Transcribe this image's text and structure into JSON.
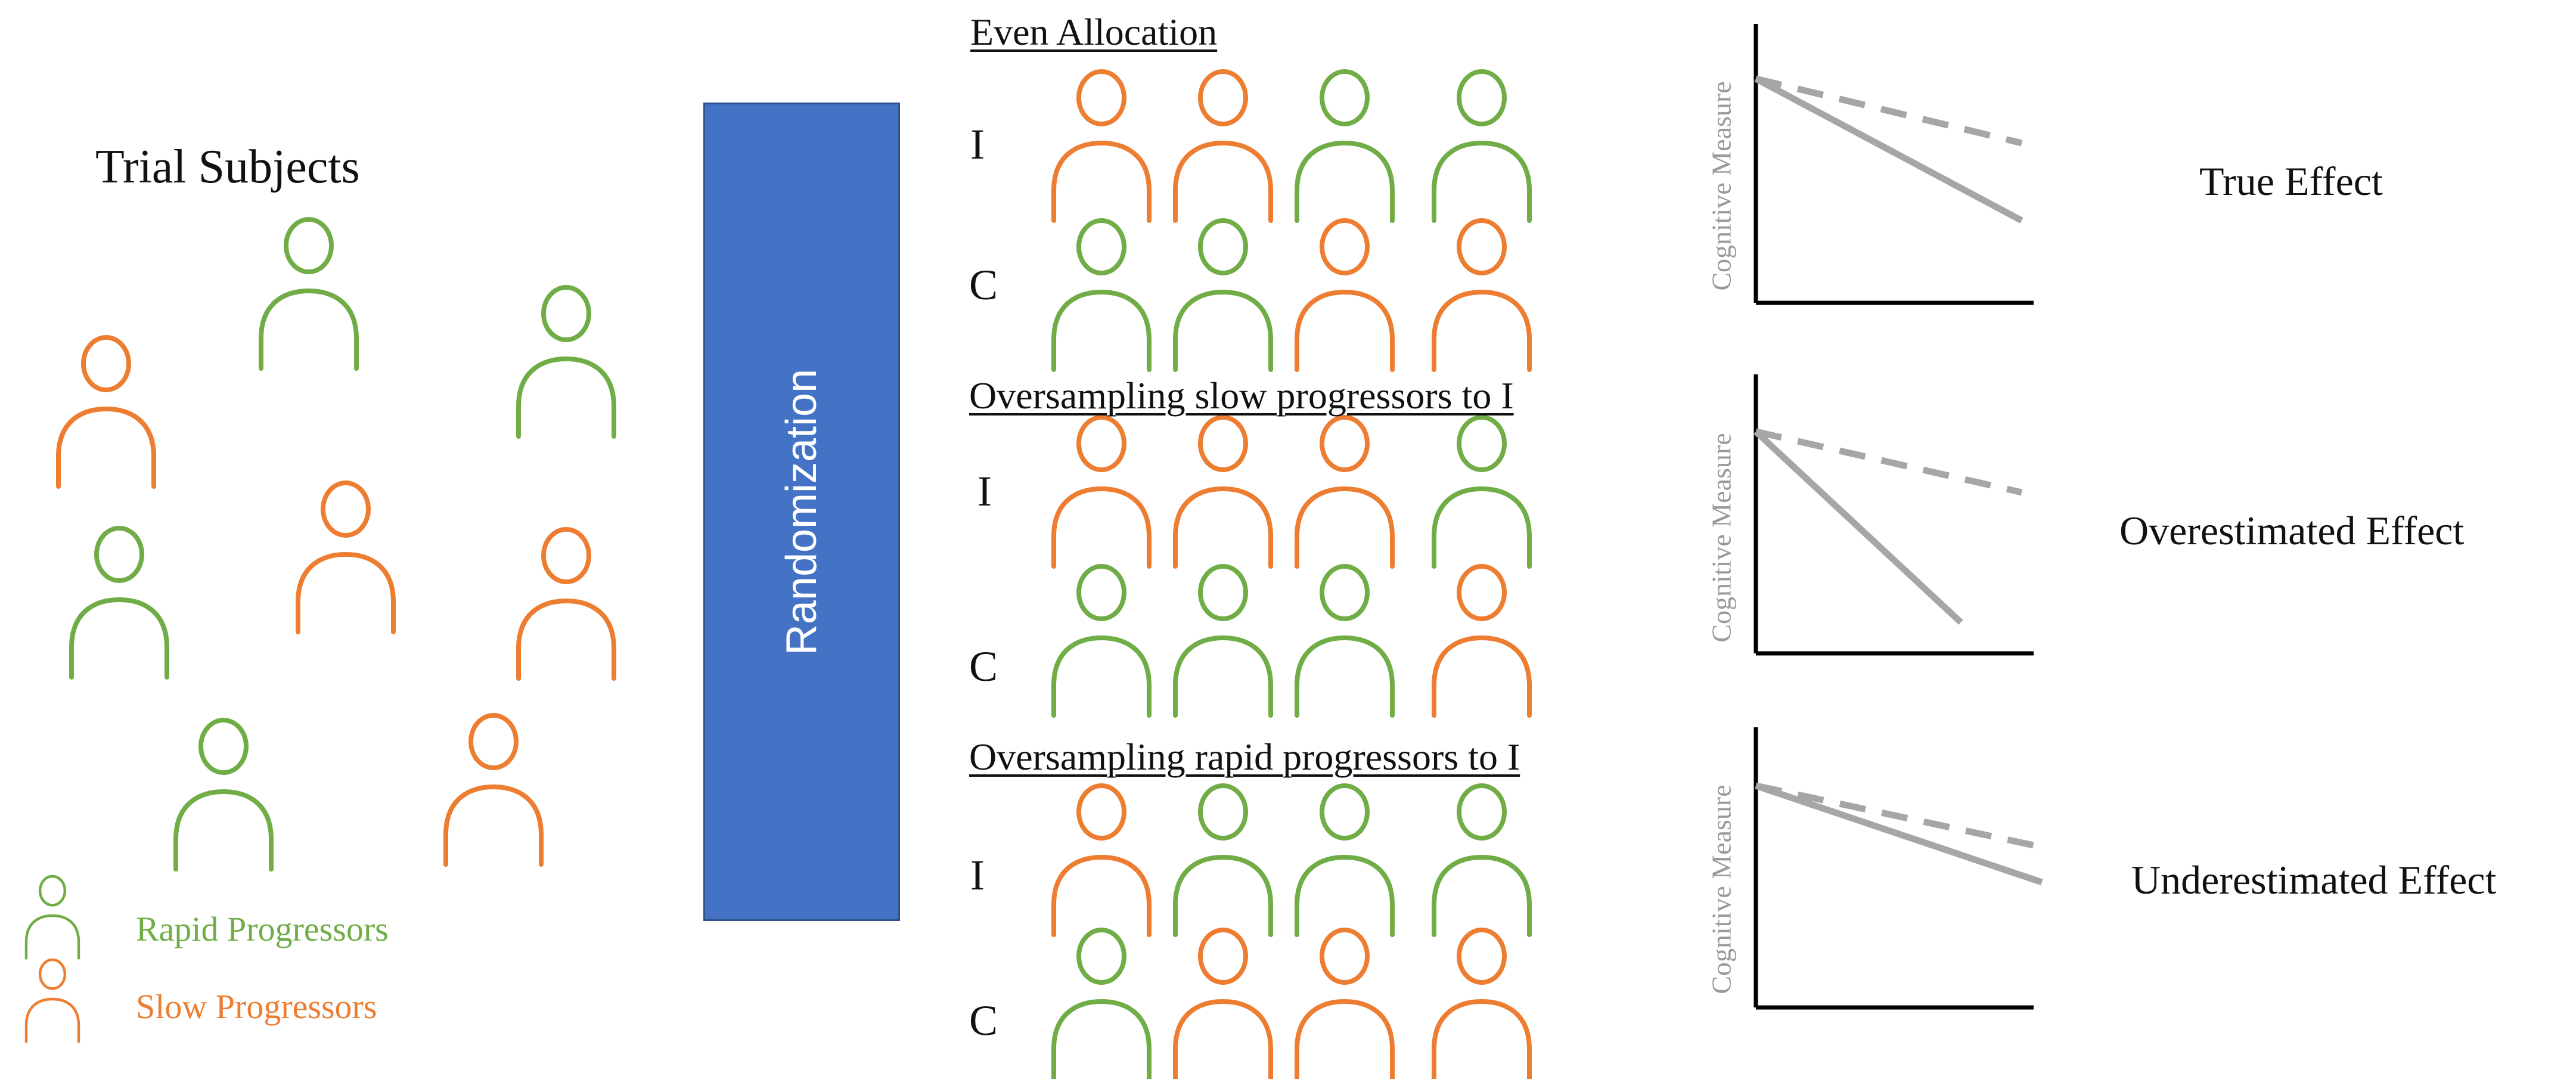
{
  "colors": {
    "rapid": "#70AD47",
    "slow": "#ED7D31",
    "randomization_fill": "#4472C4",
    "line": "#A6A6A6",
    "axis": "#000000"
  },
  "icon": "person-icon",
  "pool": {
    "title": "Trial Subjects",
    "subjects": [
      "rapid",
      "slow",
      "rapid",
      "slow",
      "rapid",
      "slow",
      "rapid",
      "slow",
      "slow"
    ]
  },
  "legend": {
    "rapid_label": "Rapid Progressors",
    "slow_label": "Slow Progressors"
  },
  "randomization_label": "Randomization",
  "scenarios": [
    {
      "heading": "Even Allocation",
      "I": [
        "slow",
        "slow",
        "rapid",
        "rapid"
      ],
      "C": [
        "rapid",
        "rapid",
        "slow",
        "slow"
      ],
      "effect_label": "True Effect",
      "y_label": "Cognitive Measure"
    },
    {
      "heading": "Oversampling slow progressors to I",
      "I": [
        "slow",
        "slow",
        "slow",
        "rapid"
      ],
      "C": [
        "rapid",
        "rapid",
        "rapid",
        "slow"
      ],
      "effect_label": "Overestimated Effect",
      "y_label": "Cognitive Measure"
    },
    {
      "heading": "Oversampling rapid progressors to I",
      "I": [
        "slow",
        "rapid",
        "rapid",
        "rapid"
      ],
      "C": [
        "rapid",
        "slow",
        "slow",
        "slow"
      ],
      "effect_label": "Underestimated Effect",
      "y_label": "Cognitive Measure"
    }
  ],
  "group_labels": {
    "intervention": "I",
    "control": "C"
  }
}
